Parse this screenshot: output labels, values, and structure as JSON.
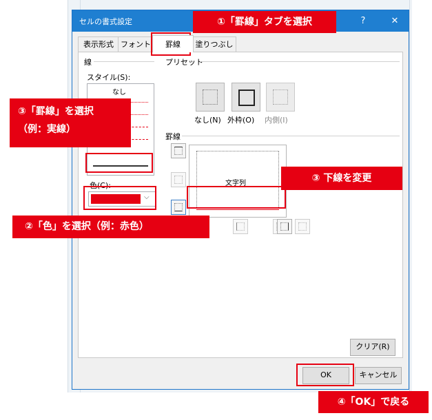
{
  "dialog": {
    "title": "セルの書式設定",
    "help_glyph": "?",
    "close_glyph": "✕",
    "tabs": [
      {
        "label": "表示形式"
      },
      {
        "label": "フォント"
      },
      {
        "label": "罫線",
        "active": true
      },
      {
        "label": "塗りつぶし"
      }
    ]
  },
  "line_section": {
    "group_label": "線",
    "style_label": "スタイル(S):",
    "none_label": "なし",
    "color_label": "色(C):",
    "selected_color": "#e60012"
  },
  "preset_section": {
    "group_label": "プリセット",
    "buttons": [
      {
        "label": "なし(N)"
      },
      {
        "label": "外枠(O)"
      },
      {
        "label": "内側(I)"
      }
    ]
  },
  "border_section": {
    "group_label": "罫線",
    "preview_text": "文字列"
  },
  "buttons": {
    "clear": "クリア(R)",
    "ok": "OK",
    "cancel": "キャンセル"
  },
  "callouts": {
    "step1": "①「罫線」タブを選択",
    "step3a_line1": "③「罫線」を選択",
    "step3a_line2": "（例：実線）",
    "step3b": "③ 下線を変更",
    "step2": "②「色」を選択（例：赤色）",
    "step4": "④「OK」で戻る"
  },
  "colors": {
    "accent_red": "#e60012",
    "title_blue": "#1f7fd1"
  }
}
